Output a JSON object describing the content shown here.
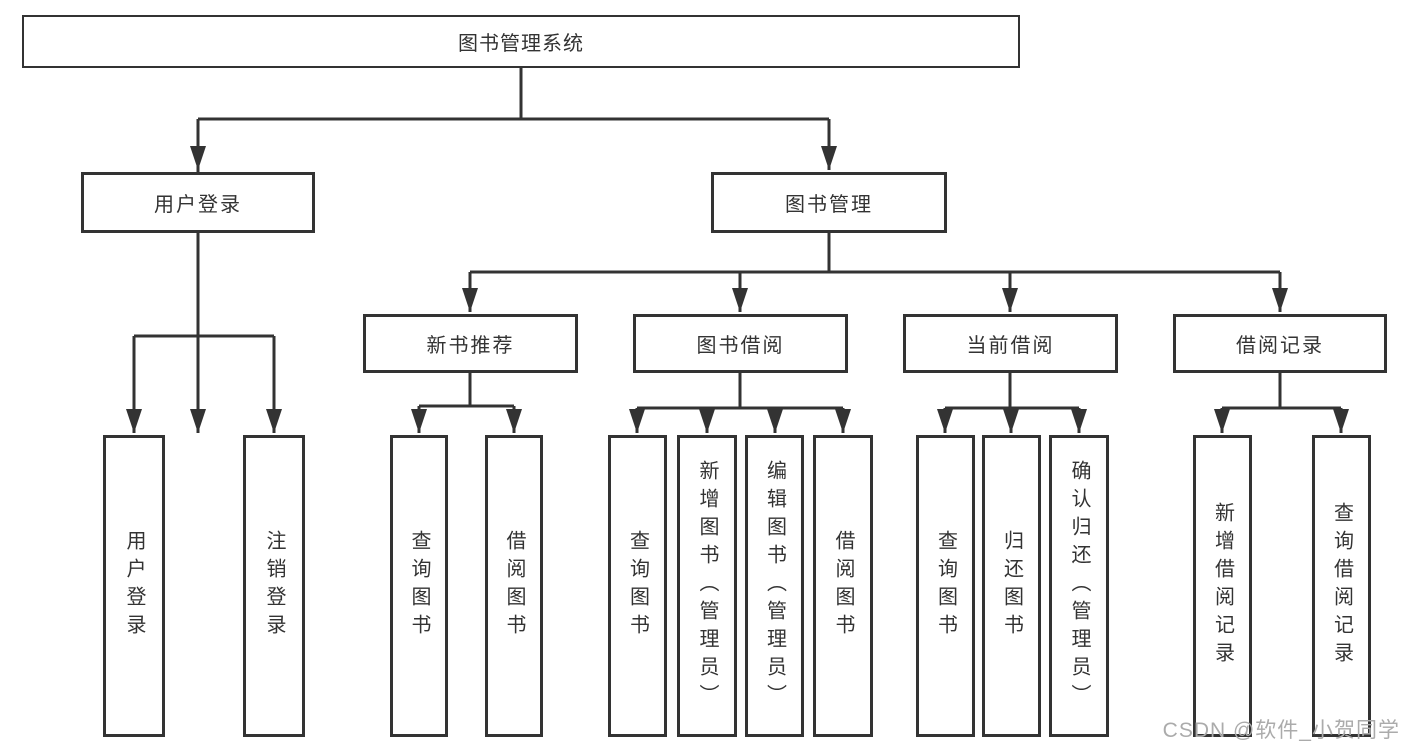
{
  "diagram": {
    "root": {
      "label": "图书管理系统"
    },
    "branches": [
      {
        "label": "用户登录",
        "children": [
          {
            "label": "用户登录"
          },
          {
            "label": "注销登录"
          }
        ]
      },
      {
        "label": "图书管理",
        "sections": [
          {
            "label": "新书推荐",
            "children": [
              {
                "label": "查询图书"
              },
              {
                "label": "借阅图书"
              }
            ]
          },
          {
            "label": "图书借阅",
            "children": [
              {
                "label": "查询图书"
              },
              {
                "label": "新增图书（管理员）"
              },
              {
                "label": "编辑图书（管理员）"
              },
              {
                "label": "借阅图书"
              }
            ]
          },
          {
            "label": "当前借阅",
            "children": [
              {
                "label": "查询图书"
              },
              {
                "label": "归还图书"
              },
              {
                "label": "确认归还（管理员）"
              }
            ]
          },
          {
            "label": "借阅记录",
            "children": [
              {
                "label": "新增借阅记录"
              },
              {
                "label": "查询借阅记录"
              }
            ]
          }
        ]
      }
    ]
  },
  "watermark": {
    "text": "CSDN @软件_小贺同学"
  },
  "colors": {
    "line": "#333333",
    "text": "#333333",
    "watermark": "#ababab",
    "background": "#ffffff"
  }
}
